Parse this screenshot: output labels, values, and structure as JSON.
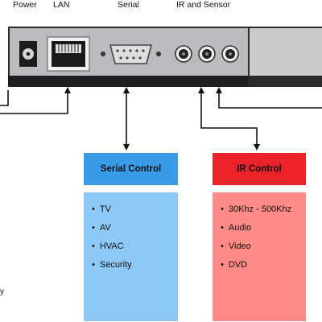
{
  "ports": {
    "power": "Power",
    "lan": "LAN",
    "serial": "Serial",
    "ir_sensor": "IR and Sensor"
  },
  "serial_box": {
    "title": "Serial Control",
    "items": [
      "TV",
      "AV",
      "HVAC",
      "Security"
    ],
    "header_color": "#3a9ae5",
    "body_color": "#8ec8f6"
  },
  "ir_box": {
    "title": "IR Control",
    "items": [
      "30Khz - 500Khz",
      "Audio",
      "Video",
      "DVD"
    ],
    "header_color": "#ea2329",
    "body_color": "#ff8a86"
  },
  "stray_text": "y"
}
